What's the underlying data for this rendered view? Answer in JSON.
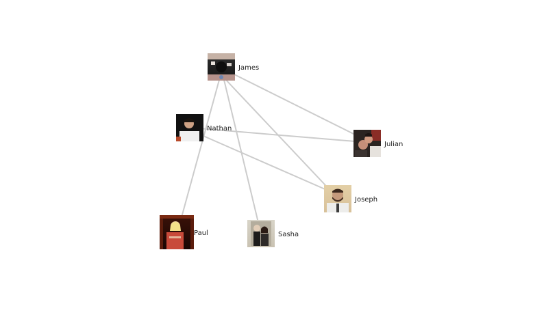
{
  "graph": {
    "nodes": [
      {
        "id": "james",
        "label": "James"
      },
      {
        "id": "nathan",
        "label": "Nathan"
      },
      {
        "id": "julian",
        "label": "Julian"
      },
      {
        "id": "joseph",
        "label": "Joseph"
      },
      {
        "id": "paul",
        "label": "Paul"
      },
      {
        "id": "sasha",
        "label": "Sasha"
      }
    ],
    "edges": [
      [
        "james",
        "julian"
      ],
      [
        "james",
        "joseph"
      ],
      [
        "james",
        "sasha"
      ],
      [
        "james",
        "paul"
      ],
      [
        "nathan",
        "julian"
      ],
      [
        "nathan",
        "joseph"
      ]
    ],
    "colors": {
      "edge": "#cccccc",
      "label": "#222222",
      "background": "#ffffff"
    }
  }
}
